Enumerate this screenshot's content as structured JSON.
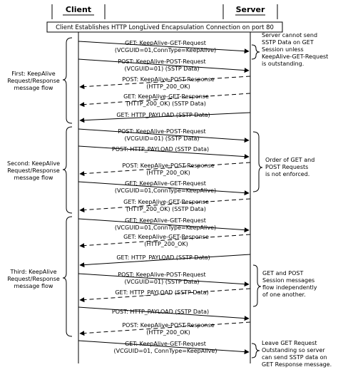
{
  "headers": {
    "client": "Client",
    "server": "Server"
  },
  "banner": "Client Establishes HTTP LongLived Encapsulation Connection on port 80",
  "flows": [
    {
      "lines": [
        "First: KeepAlive",
        "Request/Response",
        "message flow"
      ]
    },
    {
      "lines": [
        "Second: KeepAlive",
        "Request/Response",
        "message flow"
      ]
    },
    {
      "lines": [
        "Third: KeepAlive",
        "Request/Response",
        "message flow"
      ]
    }
  ],
  "messages": [
    {
      "dir": "right",
      "lines": [
        "GET: KeepAlive-GET-Request",
        "(VCGUID=01,ConnType=KeepAlive)"
      ]
    },
    {
      "dir": "right",
      "lines": [
        "POST: KeepAlive-POST-Request",
        "(VCGUID=01) (SSTP Data)"
      ]
    },
    {
      "dir": "left",
      "lines": [
        "POST: KeepAlive-POST-Response",
        "(HTTP_200_OK)"
      ]
    },
    {
      "dir": "left",
      "lines": [
        "GET: KeepAlive-GET-Response",
        "(HTTP_200_OK) (SSTP Data)"
      ]
    },
    {
      "dir": "left",
      "lines": [
        "GET: HTTP_PAYLOAD (SSTP Data)"
      ]
    },
    {
      "dir": "right",
      "lines": [
        "POST: KeepAlive-POST-Request",
        "(VCGUID=01) (SSTP Data)"
      ]
    },
    {
      "dir": "right",
      "lines": [
        "POST: HTTP_PAYLOAD (SSTP Data)"
      ]
    },
    {
      "dir": "left",
      "lines": [
        "POST: KeepAlive-POST-Response",
        "(HTTP_200_OK)"
      ]
    },
    {
      "dir": "right",
      "lines": [
        "GET: KeepAlive-GET-Request",
        "(VCGUID=01,ConnType=KeepAlive)"
      ]
    },
    {
      "dir": "left",
      "lines": [
        "GET: KeepAlive-GET-Response",
        "(HTTP_200_OK) (SSTP Data)"
      ]
    },
    {
      "dir": "right",
      "lines": [
        "GET: KeepAlive-GET-Request",
        "(VCGUID=01,ConnType=KeepAlive)"
      ]
    },
    {
      "dir": "left",
      "lines": [
        "GET: KeepAlive-GET-Response",
        "(HTTP_200_OK)"
      ]
    },
    {
      "dir": "left",
      "lines": [
        "GET: HTTP_PAYLOAD (SSTP Data)"
      ]
    },
    {
      "dir": "right",
      "lines": [
        "POST: KeepAlive-POST-Request",
        "(VCGUID=01) (SSTP Data)"
      ]
    },
    {
      "dir": "left",
      "lines": [
        "GET: HTTP_PAYLOAD (SSTP Data)"
      ]
    },
    {
      "dir": "right",
      "lines": [
        "POST: HTTP_PAYLOAD (SSTP Data)"
      ]
    },
    {
      "dir": "left",
      "lines": [
        "POST: KeepAlive-POST-Response",
        "(HTTP_200_OK)"
      ]
    },
    {
      "dir": "right",
      "lines": [
        "GET: KeepAlive-GET-Request",
        "(VCGUID=01, ConnType=KeepAlive)"
      ]
    }
  ],
  "notes": [
    {
      "lines": [
        "Server cannot send",
        "SSTP Data on GET",
        "Session unless",
        "KeepAlive-GET-Request",
        "is outstanding."
      ]
    },
    {
      "lines": [
        "Order of GET and",
        "POST Requests",
        "is not enforced."
      ]
    },
    {
      "lines": [
        "GET and POST",
        "Session messages",
        "flow independently",
        "of one another."
      ]
    },
    {
      "lines": [
        "Leave GET Request",
        "Outstanding so server",
        "can send SSTP data on",
        "GET Response message."
      ]
    }
  ]
}
